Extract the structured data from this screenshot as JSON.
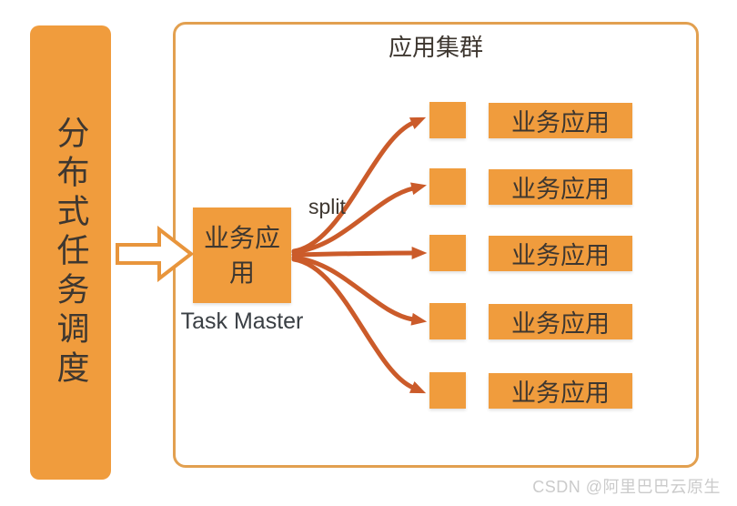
{
  "diagram": {
    "left_banner": {
      "text": "分布式任务调度"
    },
    "cluster": {
      "title": "应用集群"
    },
    "task_master": {
      "box_label": "业务应用",
      "caption": "Task Master"
    },
    "split_label": "split",
    "workers": [
      {
        "label": "业务应用"
      },
      {
        "label": "业务应用"
      },
      {
        "label": "业务应用"
      },
      {
        "label": "业务应用"
      },
      {
        "label": "业务应用"
      }
    ],
    "watermark": "CSDN @阿里巴巴云原生"
  },
  "colors": {
    "orange_fill": "#F09C3D",
    "container_border": "#E2A050",
    "arrow": "#CB5B2A",
    "big_arrow_stroke": "#E8953C",
    "text_dark": "#3E3730",
    "watermark_gray": "#CBCBCB"
  }
}
